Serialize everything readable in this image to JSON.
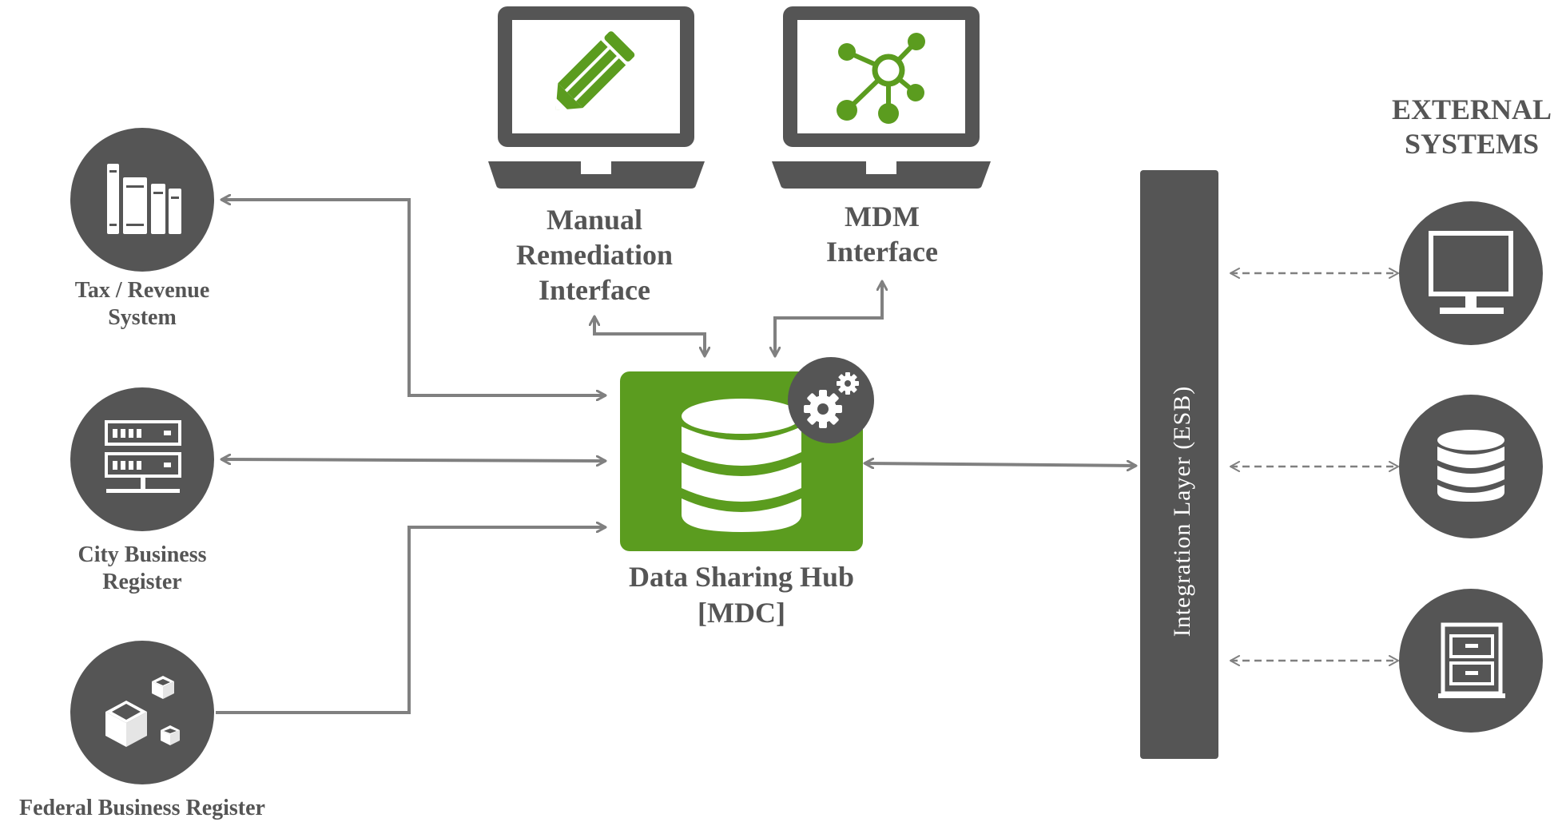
{
  "sources": {
    "tax": {
      "line1": "Tax / Revenue",
      "line2": "System"
    },
    "city": {
      "line1": "City Business",
      "line2": "Register"
    },
    "federal": {
      "line1": "Federal Business Register"
    }
  },
  "interfaces": {
    "manual": {
      "line1": "Manual",
      "line2": "Remediation",
      "line3": "Interface"
    },
    "mdm": {
      "line1": "MDM",
      "line2": "Interface"
    }
  },
  "hub": {
    "line1": "Data Sharing Hub",
    "line2": "[MDC]"
  },
  "integration_layer": {
    "label": "Integration  Layer  (ESB)"
  },
  "external": {
    "line1": "EXTERNAL",
    "line2": "SYSTEMS"
  },
  "colors": {
    "gray": "#555555",
    "green": "#5b9c1f",
    "line": "#808080",
    "white": "#ffffff"
  },
  "icons": {
    "tax": "books-icon",
    "city": "server-icon",
    "federal": "cubes-icon",
    "manual": "pencil-icon",
    "mdm": "network-icon",
    "hub": "database-icon",
    "gears": "gears-icon",
    "ext1": "monitor-icon",
    "ext2": "database-icon",
    "ext3": "cabinet-icon"
  }
}
